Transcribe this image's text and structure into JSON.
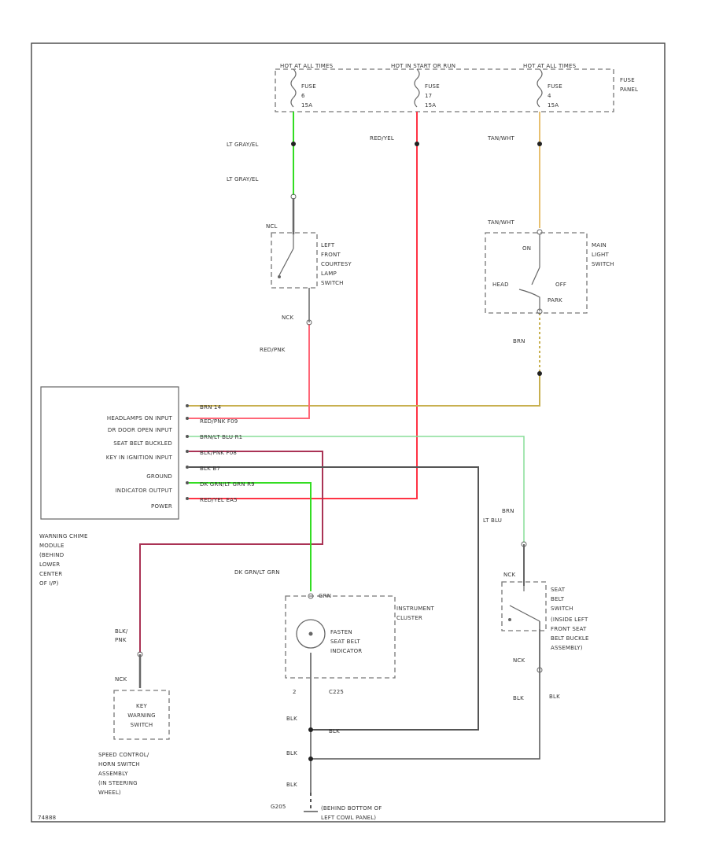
{
  "fuse_panel": {
    "hot_left": "HOT AT ALL TIMES",
    "hot_mid": "HOT IN START OR RUN",
    "hot_right": "HOT AT ALL TIMES",
    "label": [
      "FUSE",
      "PANEL"
    ],
    "fuse_a": [
      "FUSE",
      "6",
      "15A"
    ],
    "fuse_b": [
      "FUSE",
      "17",
      "15A"
    ],
    "fuse_c": [
      "FUSE",
      "4",
      "15A"
    ]
  },
  "wires": {
    "lt_gray_yel_1": "LT GRAY/EL",
    "lt_gray_yel_2": "LT GRAY/EL",
    "red_yel": "RED/YEL",
    "tan_whit_1": "TAN/WHT",
    "tan_whit_2": "TAN/WHT",
    "red_pnk": "RED/PNK",
    "brn_1": "BRN",
    "brn_2": "BRN",
    "lt_blu": "LT BLU",
    "dk_grn": "DK GRN/LT GRN",
    "grn": "GRN",
    "blk_pnk": [
      "BLK/",
      "PNK"
    ],
    "blk_1": "BLK",
    "blk_2": "BLK",
    "blk_3": "BLK",
    "blk_4": "BLK",
    "blk_5": "BLK",
    "blk_6": "BLK"
  },
  "courtesy_switch": {
    "nc_top": "NCL",
    "nc_bottom": "NCK",
    "label": [
      "LEFT",
      "FRONT",
      "COURTESY",
      "LAMP",
      "SWITCH"
    ]
  },
  "main_light_switch": {
    "label": [
      "MAIN",
      "LIGHT",
      "SWITCH"
    ],
    "on": "ON",
    "off": "OFF",
    "head": "HEAD",
    "park": "PARK"
  },
  "chime_module": {
    "rows": [
      "HEADLAMPS ON INPUT",
      "DR DOOR OPEN INPUT",
      "SEAT BELT BUCKLED",
      "KEY IN IGNITION INPUT",
      "GROUND",
      "INDICATOR OUTPUT",
      "POWER"
    ],
    "pins": [
      "BRN  14",
      "RED/PNK  F09",
      "BRN/LT BLU  R1",
      "BLK/PNK  F08",
      "BLK  B7",
      "DK GRN/LT GRN  R9",
      "RED/YEL  EA5"
    ],
    "label": [
      "WARNING CHIME",
      "MODULE",
      "(BEHIND",
      "LOWER",
      "CENTER",
      "OF I/P)"
    ]
  },
  "instrument_cluster": {
    "label": [
      "INSTRUMENT",
      "CLUSTER"
    ],
    "indicator": [
      "FASTEN",
      "SEAT BELT",
      "INDICATOR"
    ],
    "pin_top": "GRN",
    "pin_bottom_num": "2",
    "pin_bottom": "C225"
  },
  "seat_belt_switch": {
    "nc_top": "NCK",
    "nc_bottom": "NCK",
    "label": [
      "SEAT",
      "BELT",
      "SWITCH",
      "(INSIDE LEFT",
      "FRONT SEAT",
      "BELT BUCKLE",
      "ASSEMBLY)"
    ]
  },
  "key_warning_switch": {
    "nc": "NCK",
    "label": [
      "KEY",
      "WARNING",
      "SWITCH"
    ],
    "assembly": [
      "SPEED CONTROL/",
      "HORN SWITCH",
      "ASSEMBLY",
      "(IN STEERING",
      "WHEEL)"
    ]
  },
  "ground": {
    "id": "G205",
    "location": [
      "(BEHIND BOTTOM OF",
      "LEFT COWL PANEL)"
    ]
  },
  "diagram_id": "74888",
  "colors": {
    "lt_gray_yel": "#33dd22",
    "red": "#ff3344",
    "tan": "#e8c070",
    "brn": "#c8b050",
    "pink": "#ff6677",
    "red_yel": "#ff8866",
    "lt_green": "#88dd99",
    "blk_pnk": "#aa3355",
    "blk": "#555555"
  }
}
